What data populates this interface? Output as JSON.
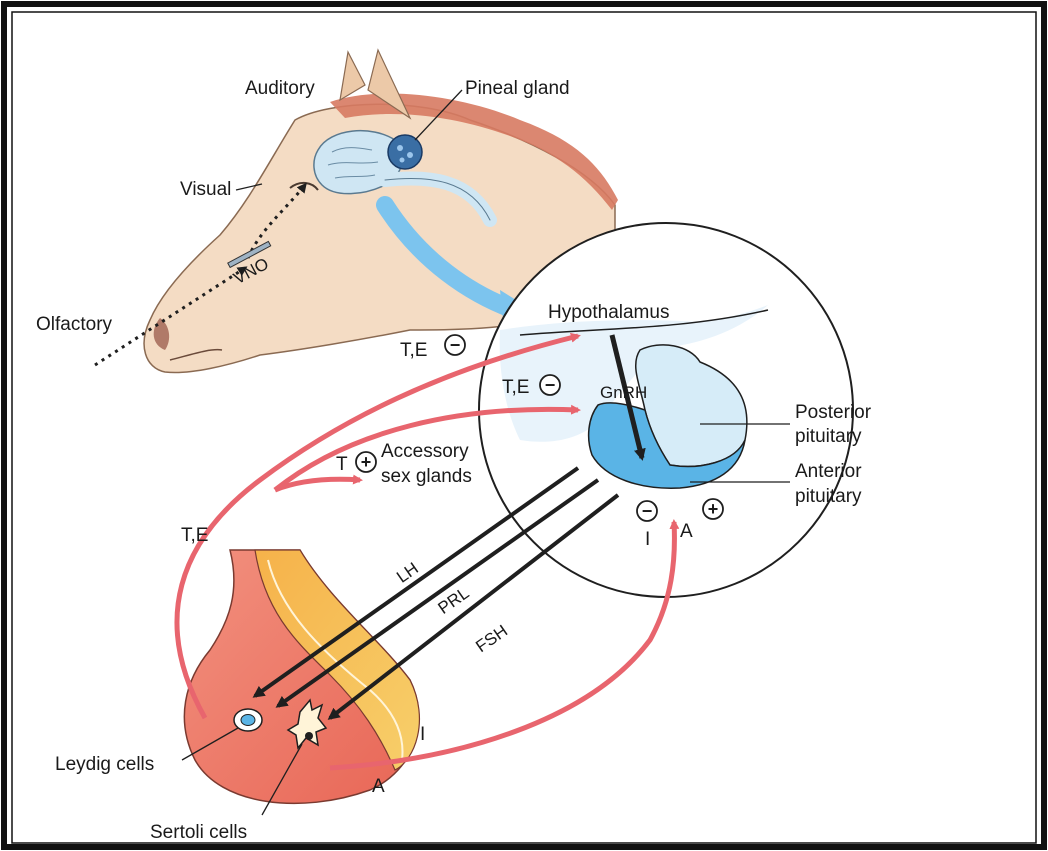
{
  "labels": {
    "auditory": "Auditory",
    "pineal_gland": "Pineal gland",
    "visual": "Visual",
    "vno": "VNO",
    "olfactory": "Olfactory",
    "hypothalamus": "Hypothalamus",
    "gnrh": "GnRH",
    "posterior_pituitary_1": "Posterior",
    "posterior_pituitary_2": "pituitary",
    "anterior_pituitary_1": "Anterior",
    "anterior_pituitary_2": "pituitary",
    "te_upper": "T,E",
    "te_middle": "T,E",
    "te_left": "T,E",
    "t_accessory": "T",
    "accessory_1": "Accessory",
    "accessory_2": "sex glands",
    "lh": "LH",
    "prl": "PRL",
    "fsh": "FSH",
    "inhibin_right": "I",
    "activin_right": "A",
    "inhibin_testis": "I",
    "activin_testis": "A",
    "leydig_cells": "Leydig cells",
    "sertoli_cells": "Sertoli cells"
  },
  "signs": {
    "minus": "−",
    "plus": "+"
  },
  "colors": {
    "feedback_arrow": "#e8656e",
    "light_arrow": "#7cc4ee",
    "hormone_line": "#1f1f1f",
    "anterior_fill": "#5ab4e6",
    "posterior_fill": "#d6ecf8",
    "testis_fill": "#ee7a6e",
    "horse_fill": "#f4dcc4"
  }
}
